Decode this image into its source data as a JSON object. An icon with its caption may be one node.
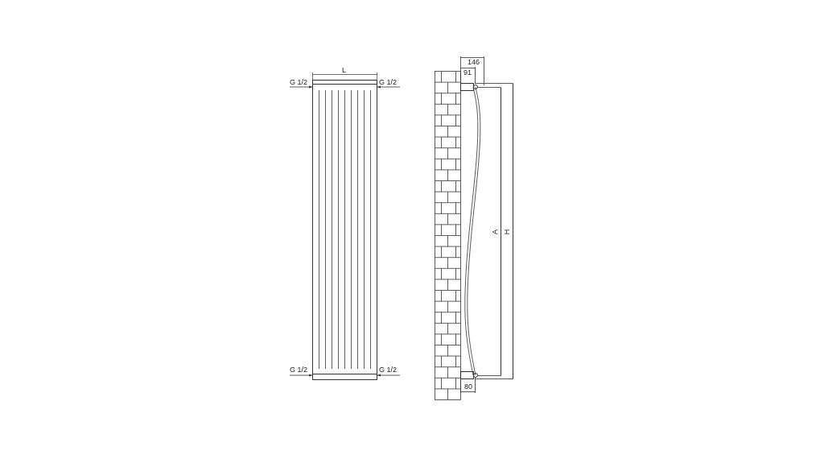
{
  "diagram": {
    "labels": [
      "146",
      "L",
      "91",
      "G 1/2",
      "G 1/2",
      "A",
      "H",
      "G 1/2",
      "G 1/2",
      "80"
    ]
  }
}
